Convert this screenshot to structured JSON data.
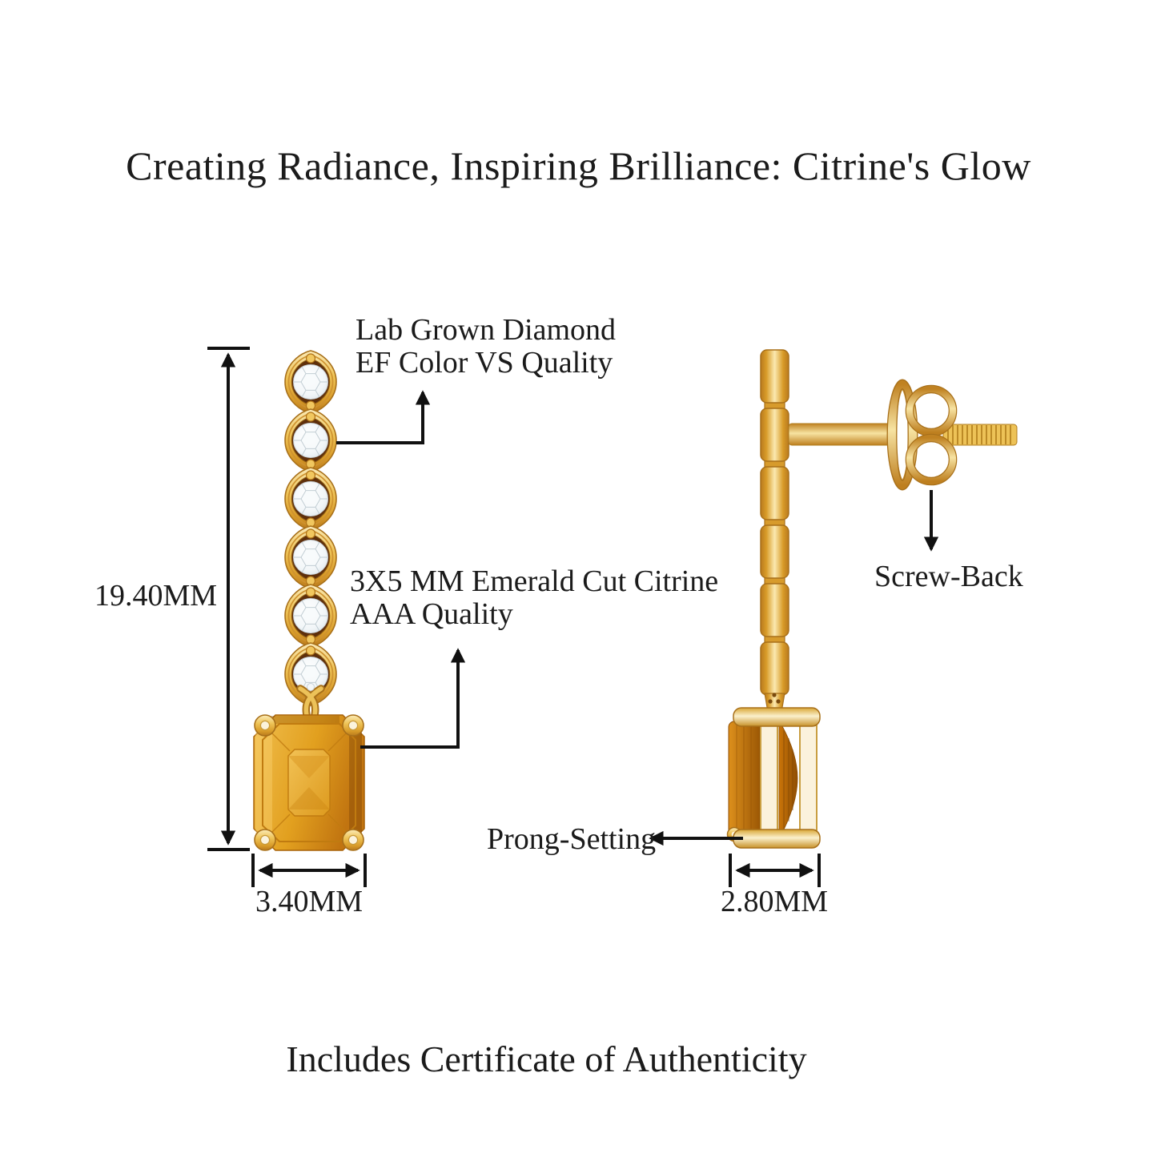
{
  "page": {
    "title": "Creating Radiance, Inspiring Brilliance: Citrine's Glow",
    "footer": "Includes Certificate of Authenticity",
    "background": "#FFFFFF"
  },
  "product": {
    "diamond_link_count": 6,
    "views": [
      "front",
      "side"
    ]
  },
  "annotations": {
    "diamond": {
      "line1": "Lab Grown Diamond",
      "line2": "EF Color VS Quality"
    },
    "citrine": {
      "line1": "3X5 MM Emerald Cut Citrine",
      "line2": "AAA Quality"
    },
    "screw_back": "Screw-Back",
    "prong_setting": "Prong-Setting"
  },
  "dimensions": {
    "height": "19.40MM",
    "front_width": "3.40MM",
    "side_width": "2.80MM"
  },
  "colors": {
    "gold": "#E9BC4F",
    "gold_dark": "#A8701A",
    "gold_light": "#FBEBB8",
    "citrine": "#E2A01F",
    "citrine_dark": "#8F4E04",
    "diamond_white": "#F6F9FA",
    "annotation_line": "#111111",
    "text": "#1B1B1B"
  }
}
